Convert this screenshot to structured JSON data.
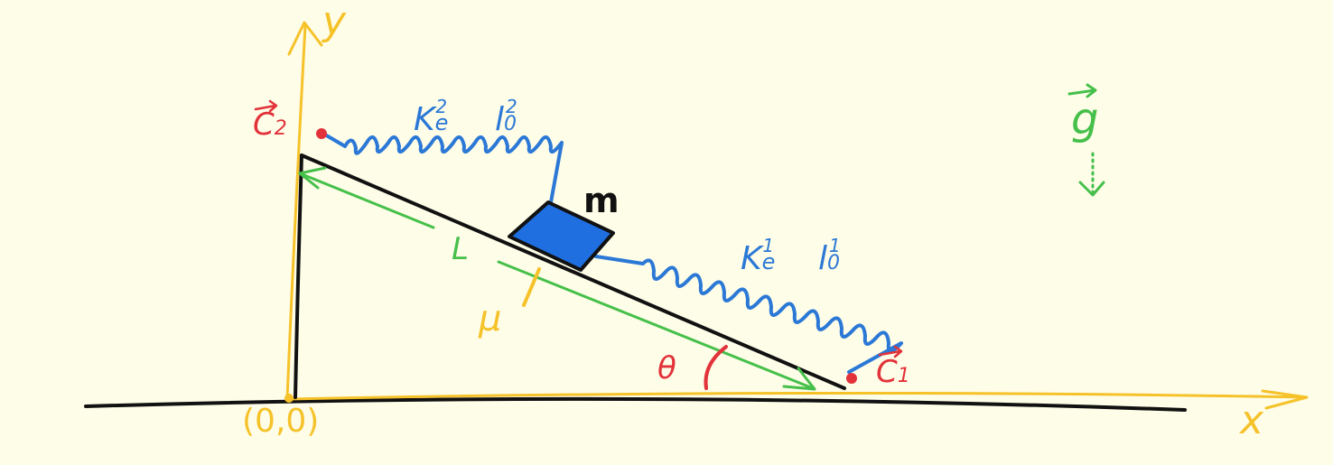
{
  "axes": {
    "y_label": "y",
    "x_label": "x",
    "origin_label": "(0,0)"
  },
  "points": {
    "c2_label": "C",
    "c2_sub": "2",
    "c1_label": "C",
    "c1_sub": "1"
  },
  "springs": {
    "upper": {
      "k_label": "K",
      "k_sub": "e",
      "k_sup": "2",
      "l_label": "l",
      "l_sub": "0",
      "l_sup": "2"
    },
    "lower": {
      "k_label": "K",
      "k_sub": "e",
      "k_sup": "1",
      "l_label": "l",
      "l_sub": "0",
      "l_sup": "1"
    }
  },
  "mass_label": "m",
  "length_label": "L",
  "friction_label": "μ",
  "angle_label": "θ",
  "gravity_label": "g",
  "colors": {
    "background": "#fefde8",
    "axis": "#f6c22a",
    "incline": "#111111",
    "spring": "#2b78d6",
    "block": "#1f6fe0",
    "points": "#e2323a",
    "dimension": "#46c04a",
    "friction": "#f6c22a",
    "angle": "#e2323a"
  }
}
